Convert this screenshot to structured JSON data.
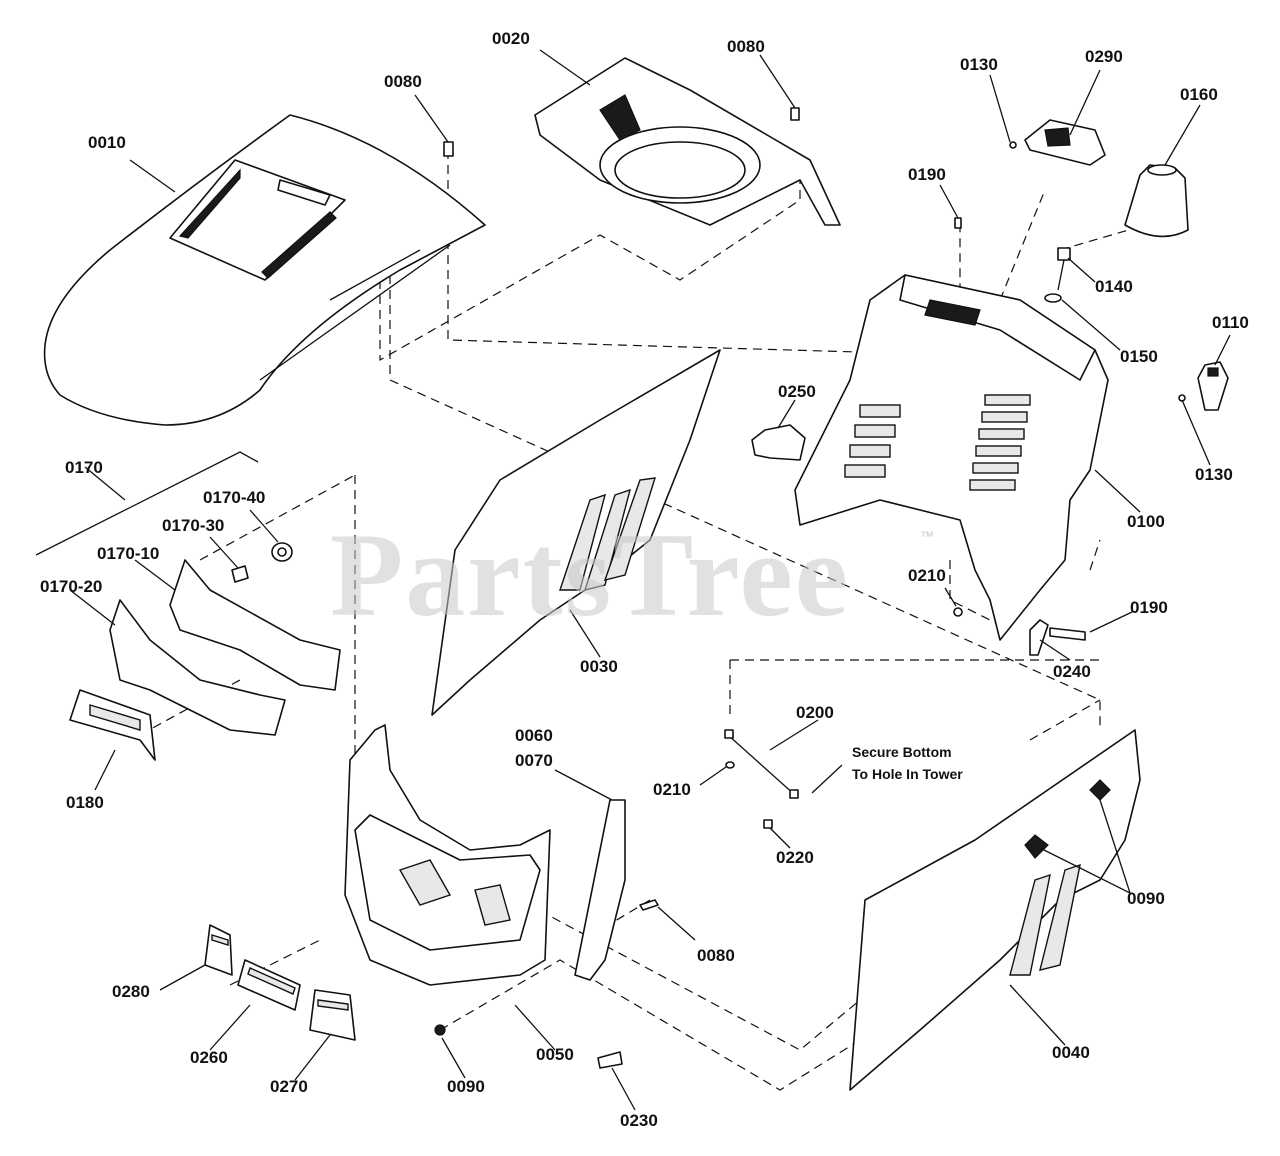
{
  "watermark": {
    "text": "PartsTree",
    "trademark": "™"
  },
  "note": {
    "line1": "Secure Bottom",
    "line2": "To Hole In Tower"
  },
  "labels": {
    "p0010": "0010",
    "p0020": "0020",
    "p0080a": "0080",
    "p0080b": "0080",
    "p0080c": "0080",
    "p0130a": "0130",
    "p0130b": "0130",
    "p0290": "0290",
    "p0160": "0160",
    "p0190a": "0190",
    "p0190b": "0190",
    "p0140": "0140",
    "p0150": "0150",
    "p0110": "0110",
    "p0250": "0250",
    "p0100": "0100",
    "p0210a": "0210",
    "p0210b": "0210",
    "p0240": "0240",
    "p0170": "0170",
    "p0170_40": "0170-40",
    "p0170_30": "0170-30",
    "p0170_10": "0170-10",
    "p0170_20": "0170-20",
    "p0180": "0180",
    "p0030": "0030",
    "p0200": "0200",
    "p0220": "0220",
    "p0060": "0060",
    "p0070": "0070",
    "p0090a": "0090",
    "p0090b": "0090",
    "p0280": "0280",
    "p0260": "0260",
    "p0270": "0270",
    "p0050": "0050",
    "p0230": "0230",
    "p0040": "0040"
  }
}
